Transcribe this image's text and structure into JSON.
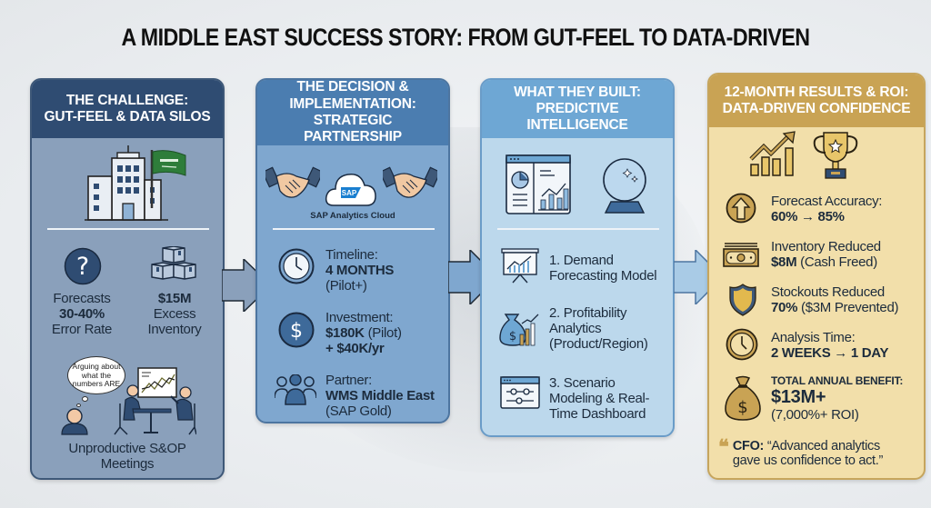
{
  "title": "A MIDDLE EAST SUCCESS STORY: FROM GUT-FEEL TO DATA-DRIVEN",
  "colors": {
    "challenge_header": "#2f4c72",
    "challenge_body": "#8aa0bb",
    "decision_header": "#4b7db0",
    "decision_body": "#7fa7cf",
    "built_header": "#6ea7d4",
    "built_body": "#bcd8ec",
    "results_header": "#c9a354",
    "results_body": "#f2dfaa"
  },
  "panels": [
    {
      "id": "challenge",
      "header": "THE CHALLENGE: GUT-FEEL & DATA SILOS",
      "header_lines": [
        "THE CHALLENGE:",
        "GUT-FEEL & DATA SILOS"
      ],
      "hero_icons": [
        "office-building-icon",
        "saudi-flag-icon"
      ],
      "stats": [
        {
          "icon": "question-mark-icon",
          "line1": "Forecasts",
          "bold": "30-40%",
          "line3": "Error Rate"
        },
        {
          "icon": "boxes-icon",
          "bold": "$15M",
          "line2": "Excess",
          "line3": "Inventory"
        }
      ],
      "thought_bubble": {
        "line1": "Arguing about",
        "line2": "what the",
        "line3": "numbers ARE"
      },
      "meeting_icon": "meeting-people-icon",
      "caption_lines": [
        "Unproductive S&OP",
        "Meetings"
      ]
    },
    {
      "id": "decision",
      "header_lines": [
        "THE DECISION &",
        "IMPLEMENTATION:",
        "STRATEGIC PARTNERSHIP"
      ],
      "hero_icons": [
        "handshake-icon",
        "sap-cloud-icon",
        "handshake-icon"
      ],
      "cloud_text": "SAP",
      "cloud_label": "SAP Analytics Cloud",
      "items": [
        {
          "icon": "clock-icon",
          "label": "Timeline:",
          "bold": "4 MONTHS",
          "extra": "(Pilot+)"
        },
        {
          "icon": "dollar-circle-icon",
          "label": "Investment:",
          "bold": "$180K",
          "bold_suffix": " (Pilot)",
          "bold2": "+ $40K/yr"
        },
        {
          "icon": "team-icon",
          "label": "Partner:",
          "bold": "WMS Middle East",
          "extra": "(SAP Gold)"
        }
      ]
    },
    {
      "id": "built",
      "header_lines": [
        "WHAT THEY BUILT:",
        "PREDICTIVE INTELLIGENCE"
      ],
      "hero_icons": [
        "dashboard-icon",
        "crystal-ball-icon"
      ],
      "items": [
        {
          "icon": "presentation-chart-icon",
          "lines": [
            "1. Demand",
            "Forecasting Model"
          ]
        },
        {
          "icon": "money-bag-growth-icon",
          "lines": [
            "2. Profitability",
            "Analytics",
            "(Product/Region)"
          ]
        },
        {
          "icon": "sliders-window-icon",
          "lines": [
            "3. Scenario",
            "Modeling & Real-",
            "Time Dashboard"
          ]
        }
      ]
    },
    {
      "id": "results",
      "header_lines": [
        "12-MONTH RESULTS & ROI:",
        "DATA-DRIVEN CONFIDENCE"
      ],
      "hero_icons": [
        "growth-chart-icon",
        "trophy-icon"
      ],
      "items": [
        {
          "icon": "up-arrow-circle-icon",
          "label": "Forecast Accuracy:",
          "bold": "60% → 85%"
        },
        {
          "icon": "cash-icon",
          "label": "Inventory Reduced",
          "bold": "$8M",
          "extra": " (Cash Freed)"
        },
        {
          "icon": "shield-icon",
          "label": "Stockouts Reduced",
          "bold": "70%",
          "extra": " ($3M Prevented)"
        },
        {
          "icon": "clock-icon",
          "label": "Analysis Time:",
          "bold": "2 WEEKS → 1 DAY"
        }
      ],
      "total": {
        "icon": "money-bag-icon",
        "label": "TOTAL ANNUAL BENEFIT:",
        "value": "$13M+",
        "roi": "(7,000%+ ROI)"
      },
      "quote": {
        "speaker": "CFO:",
        "line1": "“Advanced analytics",
        "line2": "gave us confidence to act.”"
      }
    }
  ]
}
